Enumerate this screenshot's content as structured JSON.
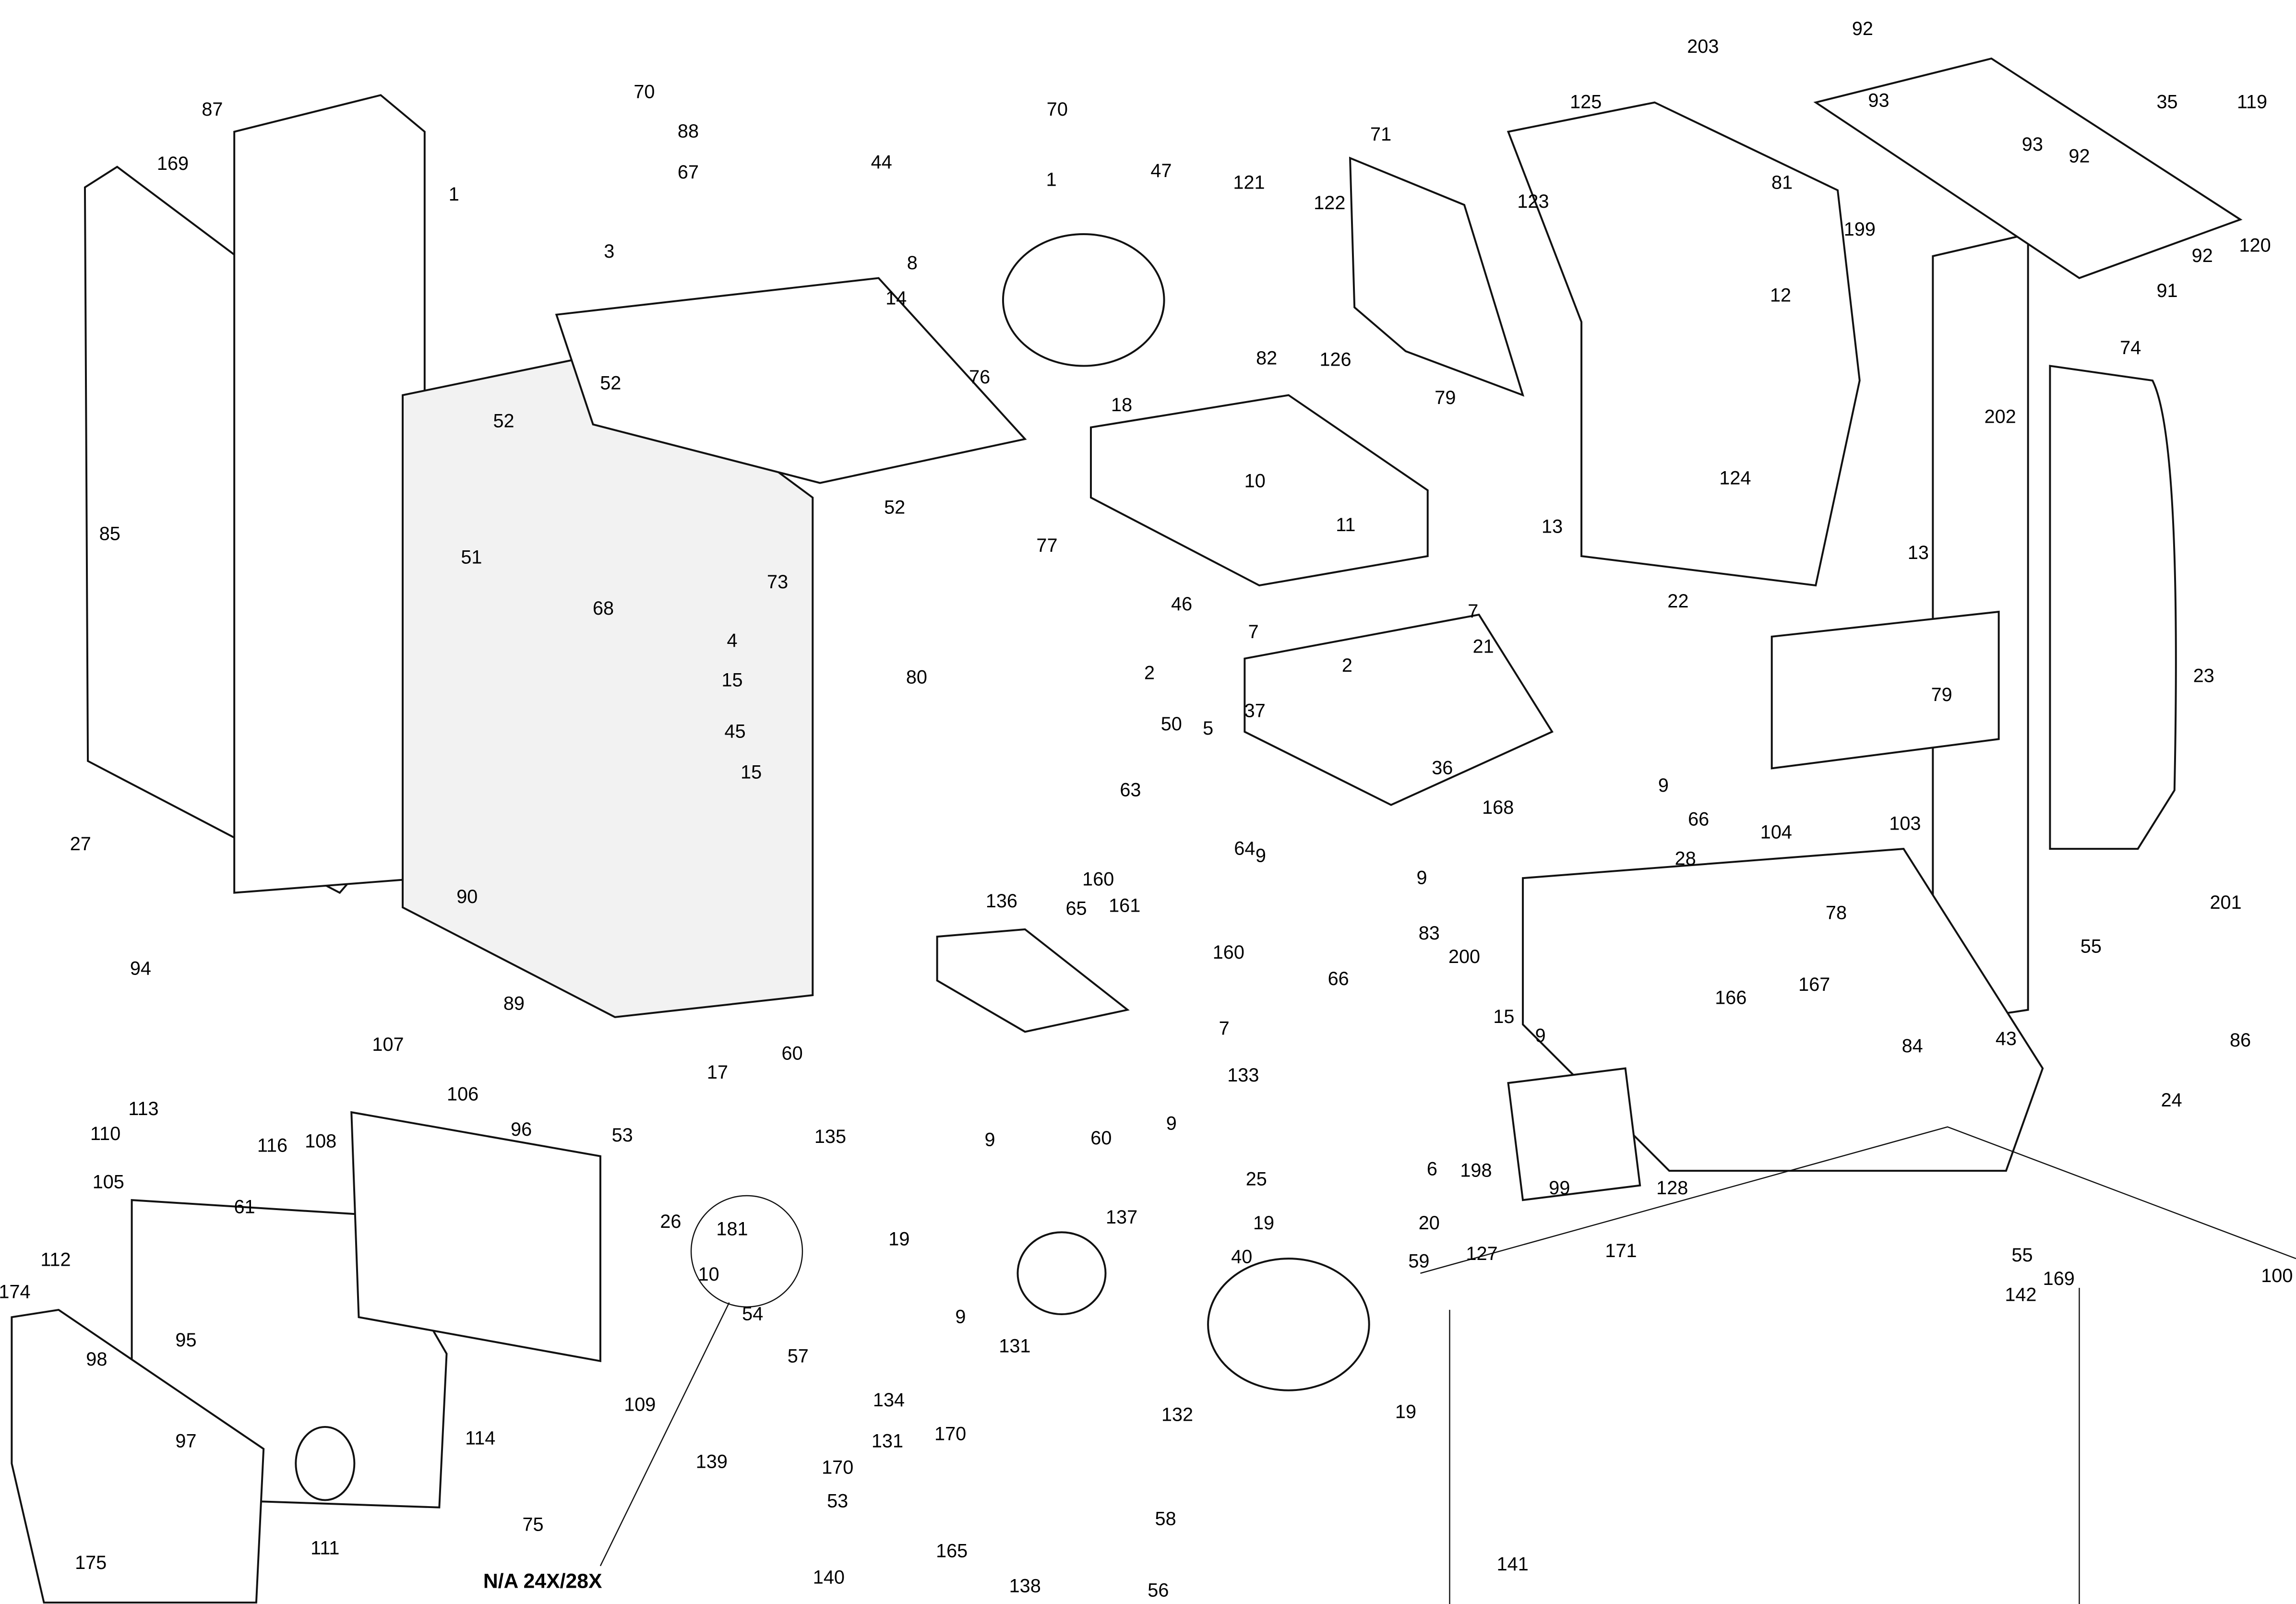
{
  "diagram": {
    "type": "exploded-parts-diagram",
    "note": "N/A 24X/28X",
    "callouts": [
      "87",
      "169",
      "85",
      "27",
      "70",
      "88",
      "1",
      "3",
      "67",
      "44",
      "8",
      "14",
      "70",
      "1",
      "47",
      "121",
      "122",
      "126",
      "71",
      "123",
      "125",
      "203",
      "81",
      "92",
      "93",
      "93",
      "35",
      "119",
      "92",
      "120",
      "92",
      "91",
      "199",
      "12",
      "74",
      "202",
      "52",
      "52",
      "76",
      "82",
      "79",
      "18",
      "10",
      "11",
      "13",
      "124",
      "13",
      "22",
      "21",
      "7",
      "7",
      "2",
      "2",
      "23",
      "79",
      "51",
      "68",
      "73",
      "52",
      "77",
      "46",
      "4",
      "15",
      "45",
      "80",
      "50",
      "37",
      "5",
      "36",
      "168",
      "9",
      "66",
      "104",
      "103",
      "63",
      "64",
      "15",
      "90",
      "9",
      "9",
      "160",
      "161",
      "65",
      "160",
      "136",
      "28",
      "83",
      "200",
      "78",
      "55",
      "201",
      "89",
      "94",
      "107",
      "66",
      "15",
      "166",
      "167",
      "9",
      "84",
      "43",
      "86",
      "60",
      "7",
      "133",
      "17",
      "113",
      "116",
      "106",
      "96",
      "108",
      "110",
      "105",
      "61",
      "53",
      "135",
      "9",
      "60",
      "9",
      "24",
      "25",
      "6",
      "198",
      "99",
      "128",
      "26",
      "181",
      "10",
      "19",
      "137",
      "19",
      "20",
      "55",
      "100",
      "142",
      "169",
      "127",
      "171",
      "112",
      "174",
      "59",
      "40",
      "54",
      "9",
      "95",
      "131",
      "57",
      "98",
      "134",
      "170",
      "132",
      "19",
      "97",
      "114",
      "109",
      "131",
      "170",
      "139",
      "53",
      "111",
      "75",
      "58",
      "165",
      "140",
      "138",
      "56",
      "175",
      "141"
    ]
  }
}
